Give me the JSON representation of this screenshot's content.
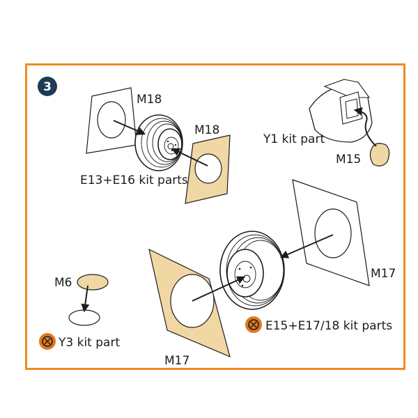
{
  "step": {
    "number": "3"
  },
  "labels": {
    "m18_top": "M18",
    "m18_right": "M18",
    "front_wheel_parts": "E13+E16 kit parts",
    "y1_part": "Y1 kit part",
    "m15": "M15",
    "m6": "M6",
    "y3_part": "Y3 kit part",
    "m17_right": "M17",
    "m17_bottom": "M17",
    "main_wheel_parts": "E15+E17/18 kit parts"
  },
  "colors": {
    "frame": "#f08a24",
    "step_badge": "#1d3b55",
    "mask_tan": "#f1d7a4",
    "part_icon": "#e07a1e"
  },
  "icons": [
    "step-badge-icon",
    "kit-part-icon"
  ]
}
